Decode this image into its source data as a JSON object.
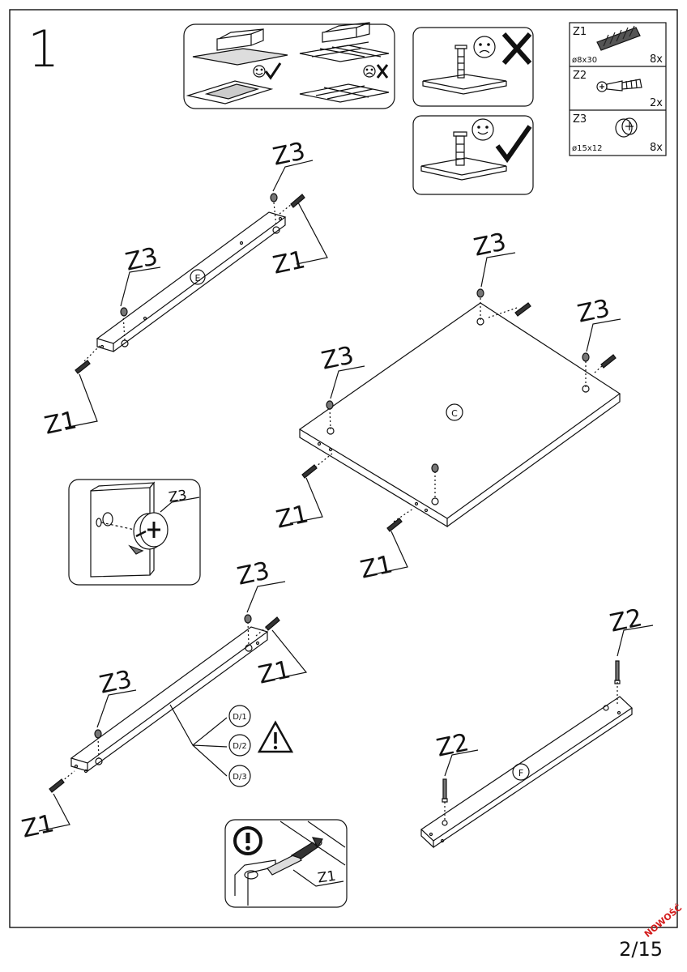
{
  "step_number": "1",
  "page_number": "2/15",
  "stamp": "NOWOŚĆ",
  "parts_legend": [
    {
      "code": "Z1",
      "size": "ø8x30",
      "qty": "8x",
      "icon": "wooden-dowel-icon"
    },
    {
      "code": "Z2",
      "size": "",
      "qty": "2x",
      "icon": "cam-bolt-icon"
    },
    {
      "code": "Z3",
      "size": "ø15x12",
      "qty": "8x",
      "icon": "cam-lock-icon"
    }
  ],
  "panels": {
    "e": "E",
    "c": "C",
    "f": "F"
  },
  "callouts": {
    "z1": "Z1",
    "z2": "Z2",
    "z3": "Z3"
  },
  "variants": [
    "D/1",
    "D/2",
    "D/3"
  ],
  "colors": {
    "line": "#111111",
    "stamp": "#d31b1b",
    "background": "#ffffff"
  }
}
